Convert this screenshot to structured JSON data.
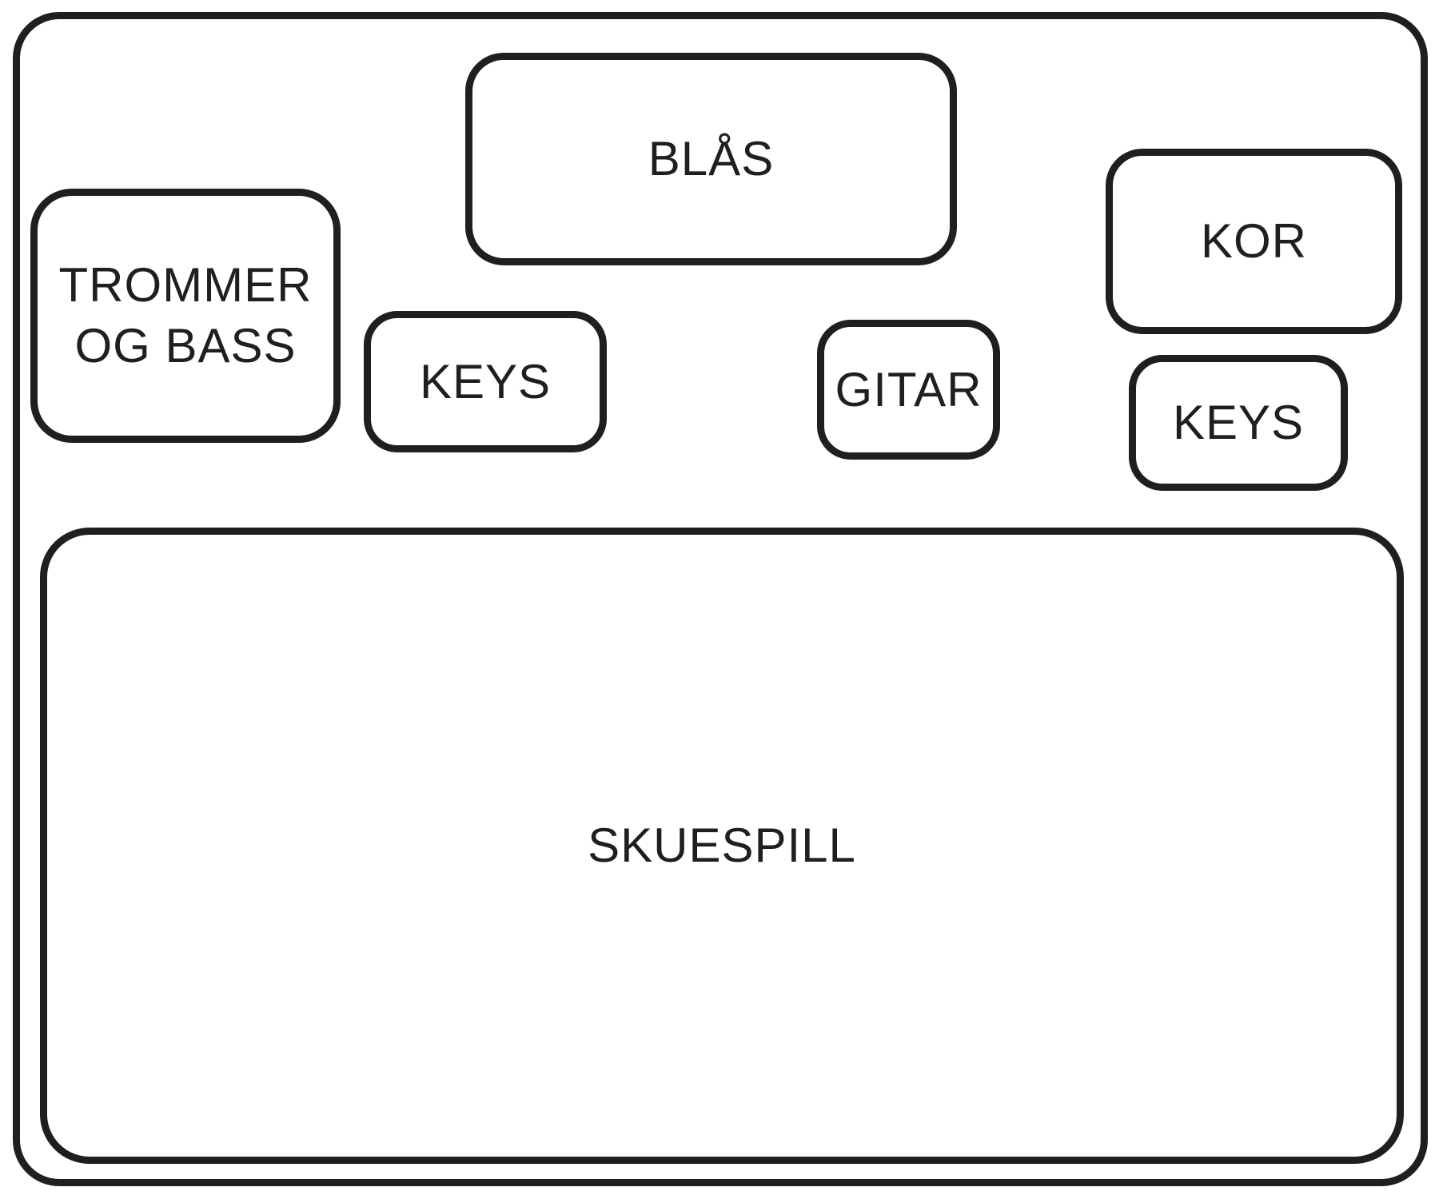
{
  "diagram": {
    "type": "stage-plot",
    "background_color": "#ffffff",
    "line_color": "#211e1e",
    "zones": {
      "blas": {
        "label": "BLÅS"
      },
      "trommer_og_bass": {
        "lines": [
          "TROMMER",
          "OG BASS"
        ]
      },
      "keys_left": {
        "label": "KEYS"
      },
      "gitar": {
        "label": "GITAR"
      },
      "kor": {
        "label": "KOR"
      },
      "keys_right": {
        "label": "KEYS"
      },
      "skuespill": {
        "label": "SKUESPILL"
      }
    }
  }
}
